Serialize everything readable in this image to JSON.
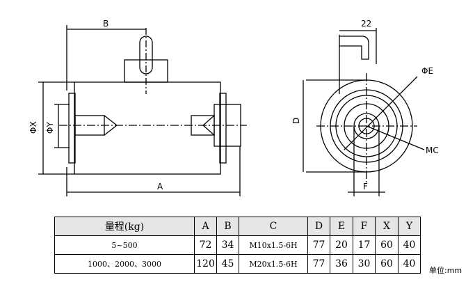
{
  "drawing": {
    "side_labels": {
      "B": "B",
      "A": "A",
      "X": "ΦX",
      "Y": "ΦY"
    },
    "front_labels": {
      "w22": "22",
      "D": "D",
      "E": "ΦE",
      "MC": "MC",
      "F": "F"
    }
  },
  "table": {
    "headers": [
      "量程(kg)",
      "A",
      "B",
      "C",
      "D",
      "E",
      "F",
      "X",
      "Y"
    ],
    "rows": [
      [
        "5~500",
        "72",
        "34",
        "M10x1.5-6H",
        "77",
        "20",
        "17",
        "60",
        "40"
      ],
      [
        "1000、2000、3000",
        "120",
        "45",
        "M20x1.5-6H",
        "77",
        "36",
        "30",
        "60",
        "40"
      ]
    ],
    "unit": "单位:mm"
  }
}
